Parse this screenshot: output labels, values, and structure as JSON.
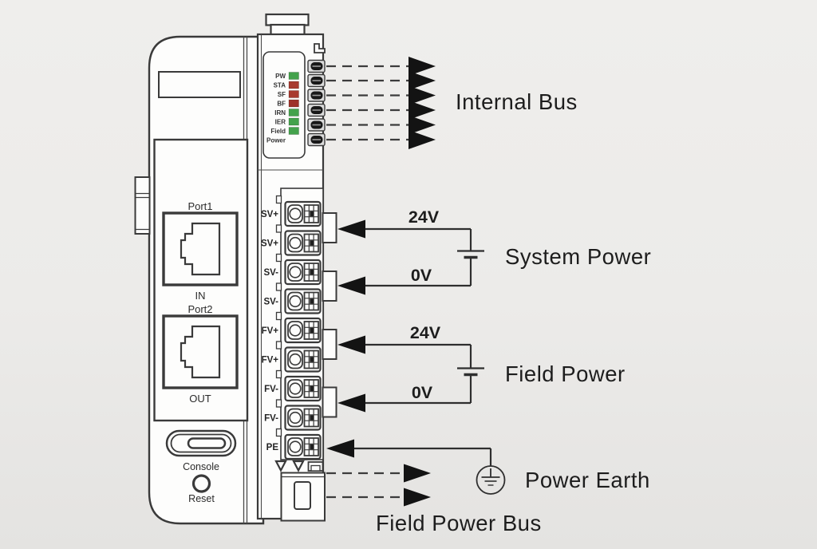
{
  "module": {
    "ports": {
      "port1_label": "Port1",
      "port1_sub": "IN",
      "port2_label": "Port2",
      "port2_sub": "OUT"
    },
    "console_label": "Console",
    "reset_label": "Reset",
    "leds": {
      "items": [
        {
          "label": "PW",
          "color": "#44a24c"
        },
        {
          "label": "STA",
          "color": "#a83a2f"
        },
        {
          "label": "SF",
          "color": "#a83a2f"
        },
        {
          "label": "BF",
          "color": "#9e322a"
        },
        {
          "label": "IRN",
          "color": "#44a24c"
        },
        {
          "label": "IER",
          "color": "#44a24c"
        },
        {
          "label": "Field",
          "color": "#44a24c"
        }
      ],
      "caption_line2": "Power"
    },
    "terminals": {
      "items": [
        "SV+",
        "SV+",
        "SV-",
        "SV-",
        "FV+",
        "FV+",
        "FV-",
        "FV-",
        "PE"
      ]
    }
  },
  "annotations": {
    "internal_bus": "Internal Bus",
    "system_power": {
      "label": "System Power",
      "plus": "24V",
      "minus": "0V"
    },
    "field_power": {
      "label": "Field Power",
      "plus": "24V",
      "minus": "0V"
    },
    "power_earth": "Power Earth",
    "field_power_bus": "Field Power Bus"
  },
  "colors": {
    "line": "#3a3a3a",
    "arrow": "#131313",
    "text": "#1d1d1d",
    "led_green": "#44a24c",
    "led_red": "#a83a2f"
  }
}
